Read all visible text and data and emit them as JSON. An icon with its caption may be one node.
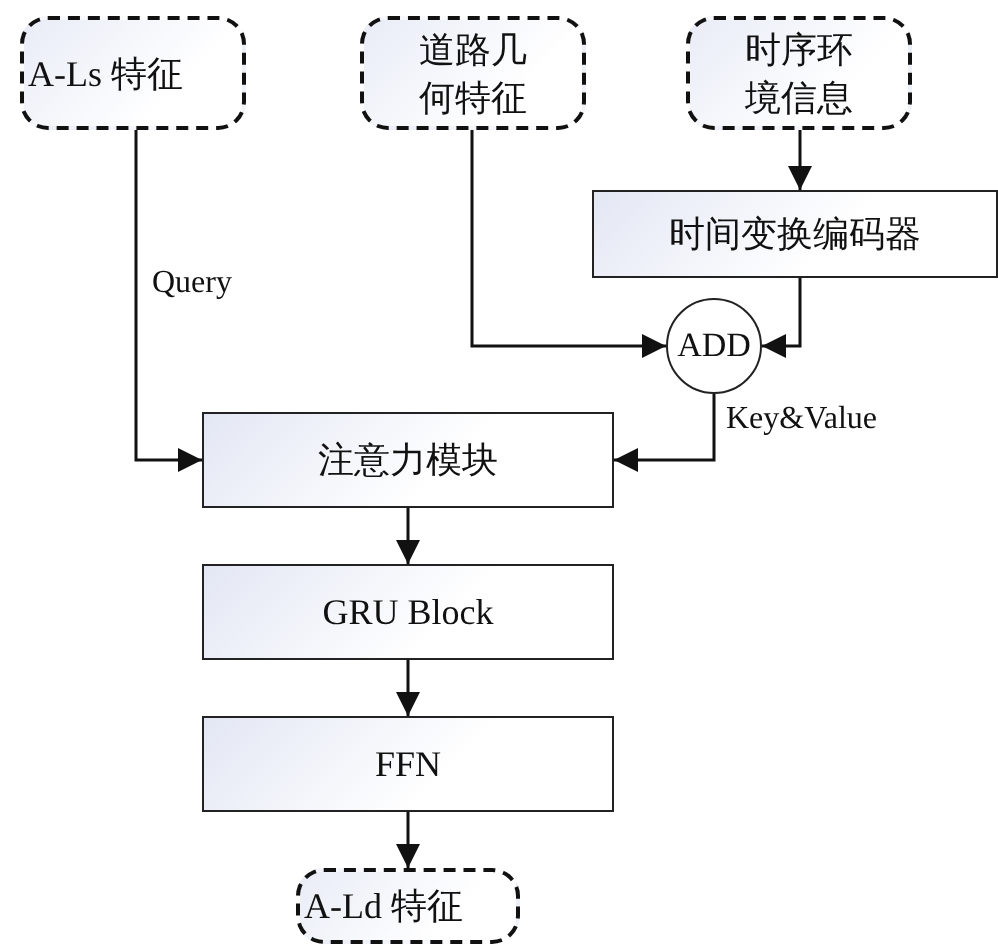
{
  "diagram": {
    "nodes": [
      {
        "text": [
          "A-Ls 特征"
        ]
      },
      {
        "text": [
          "道路几何特征"
        ]
      },
      {
        "text": [
          "时序环境信息"
        ]
      },
      {
        "text": [
          "时间变换编码器"
        ]
      },
      {
        "text": [
          "ADD"
        ]
      },
      {
        "text": [
          "注意力模块"
        ]
      },
      {
        "text": [
          "GRU Block"
        ]
      },
      {
        "text": [
          "FFN"
        ]
      },
      {
        "text": [
          "A-Ld 特征"
        ]
      }
    ],
    "edges": [
      {
        "from": 0,
        "to": 5,
        "arrow": "to",
        "label": "Query"
      },
      {
        "from": 1,
        "to": 4,
        "arrow": "to"
      },
      {
        "from": 2,
        "to": 3,
        "arrow": "to"
      },
      {
        "from": 3,
        "to": 4,
        "arrow": "to"
      },
      {
        "from": 4,
        "to": 5,
        "arrow": "to",
        "label": "Key&Value"
      },
      {
        "from": 5,
        "to": 6,
        "arrow": "to"
      },
      {
        "from": 6,
        "to": 7,
        "arrow": "to"
      },
      {
        "from": 7,
        "to": 8,
        "arrow": "to"
      }
    ]
  }
}
